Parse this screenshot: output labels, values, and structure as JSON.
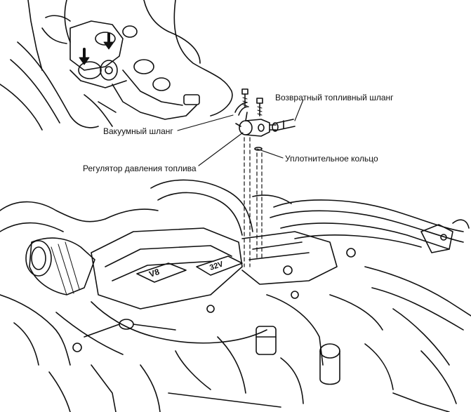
{
  "figure": {
    "callouts": {
      "return_hose": "Возвратный топливный шланг",
      "vacuum_hose": "Вакуумный шланг",
      "o_ring": "Уплотнительное кольцо",
      "pressure_regulator": "Регулятор давления топлива"
    },
    "colors": {
      "ink": "#111111",
      "paper": "#ffffff"
    }
  }
}
